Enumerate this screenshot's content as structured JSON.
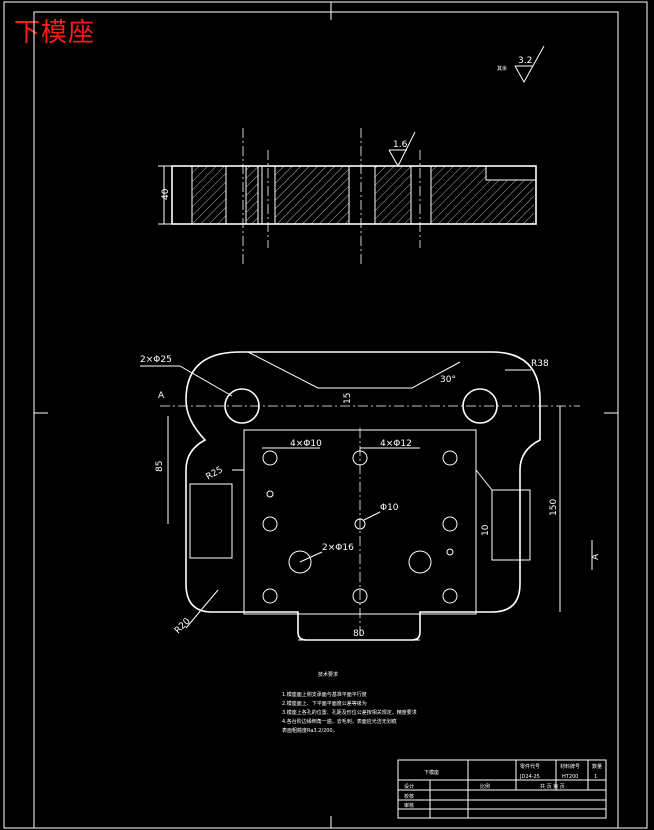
{
  "title": "下模座",
  "dims": {
    "thickness": "40",
    "roughness_top": "3.2",
    "roughness_mid": "1.6",
    "holes_big": "2×Φ25",
    "radius_38": "R38",
    "angle": "30°",
    "d15": "15",
    "a_left": "A",
    "holes_10": "4×Φ10",
    "holes_12": "4×Φ12",
    "d85": "85",
    "r25": "R25",
    "hole_center": "Φ10",
    "holes_16": "2×Φ16",
    "d10": "10",
    "d150": "150",
    "a_right": "A",
    "r20": "R20",
    "d80": "80"
  },
  "notes": {
    "heading": "技术要求",
    "lines": [
      "1.模座面上侧支承面与基准平面平行度",
      "2.模座面上、下平面平面度公差等级为",
      "3.模座上各孔的位置、孔距及形位公差按相关规定，精度要求",
      "4.各台阶边缘倒角一遍，去毛刺，表面应光洁无划痕",
      "表面粗糙度Ra3.2/200。"
    ]
  },
  "titleblock": {
    "part_name": "下模座",
    "col1": "零件代号",
    "col2": "材料牌号",
    "col3": "数量",
    "val1": "JD24-25",
    "val2": "HT200",
    "val3": "1",
    "scale": "比例",
    "sheets": "共  页  第  页",
    "design": "设计",
    "check": "校核",
    "approve": "审核"
  }
}
